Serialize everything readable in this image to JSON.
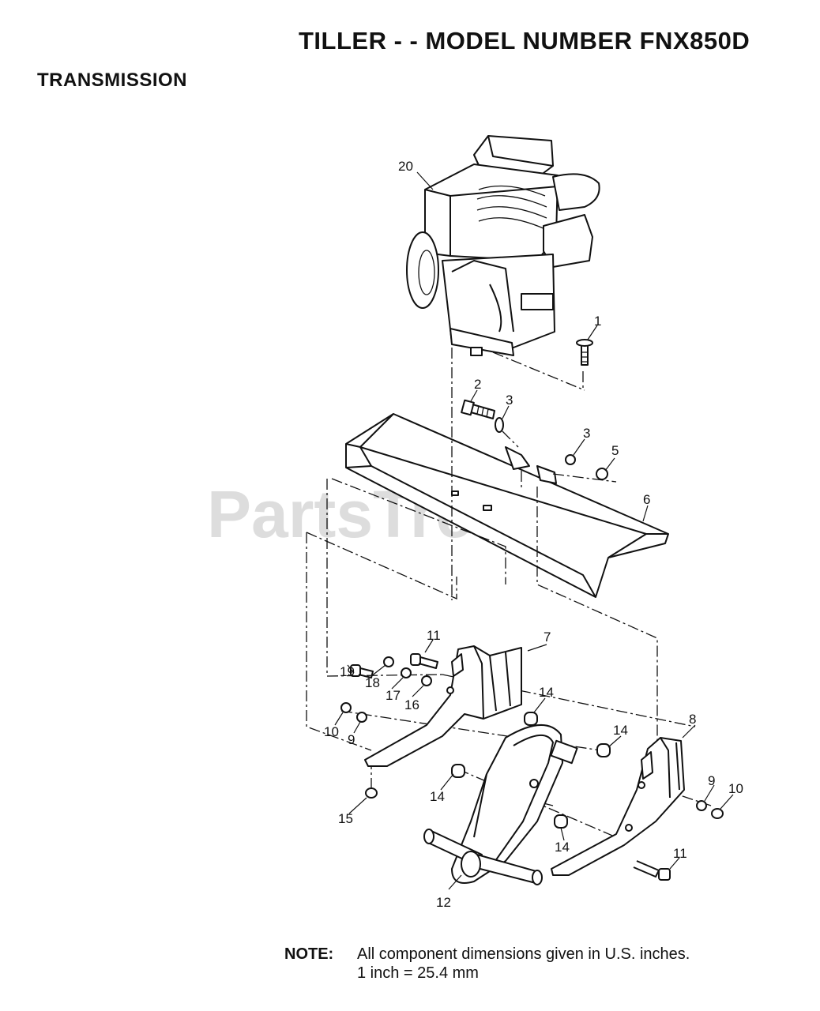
{
  "header": {
    "title": "TILLER - - MODEL NUMBER  FNX850D",
    "section": "TRANSMISSION"
  },
  "watermark": "PartsTree",
  "callouts": [
    "20",
    "1",
    "2",
    "3",
    "3",
    "5",
    "6",
    "7",
    "11",
    "19",
    "18",
    "17",
    "16",
    "14",
    "14",
    "10",
    "9",
    "8",
    "9",
    "10",
    "15",
    "14",
    "14",
    "11",
    "12"
  ],
  "note": {
    "label": "NOTE:",
    "line1": "All component dimensions given in U.S. inches.",
    "line2": "1 inch = 25.4 mm"
  }
}
